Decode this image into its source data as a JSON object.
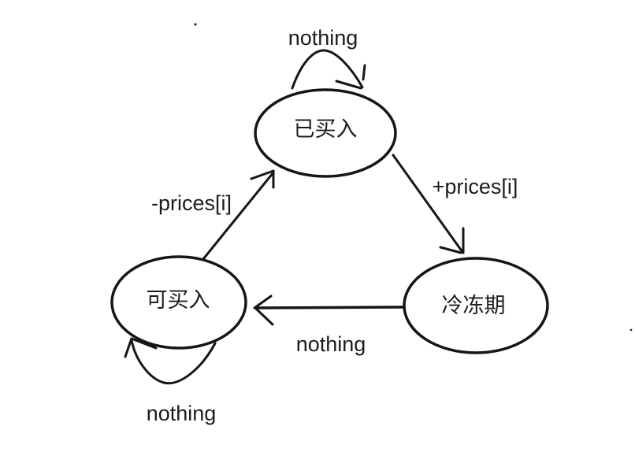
{
  "diagram": {
    "type": "state-machine",
    "background": "#ffffff",
    "stroke_color": "#161616",
    "text_color": "#1c1c1c",
    "states": [
      {
        "id": "bought",
        "label": "已买入"
      },
      {
        "id": "can-buy",
        "label": "可买入"
      },
      {
        "id": "cooldown",
        "label": "冷冻期"
      }
    ],
    "transitions": [
      {
        "from": "bought",
        "to": "bought",
        "label": "nothing"
      },
      {
        "from": "can-buy",
        "to": "bought",
        "label": "-prices[i]"
      },
      {
        "from": "bought",
        "to": "cooldown",
        "label": "+prices[i]"
      },
      {
        "from": "cooldown",
        "to": "can-buy",
        "label": "nothing"
      },
      {
        "from": "can-buy",
        "to": "can-buy",
        "label": "nothing"
      }
    ]
  }
}
